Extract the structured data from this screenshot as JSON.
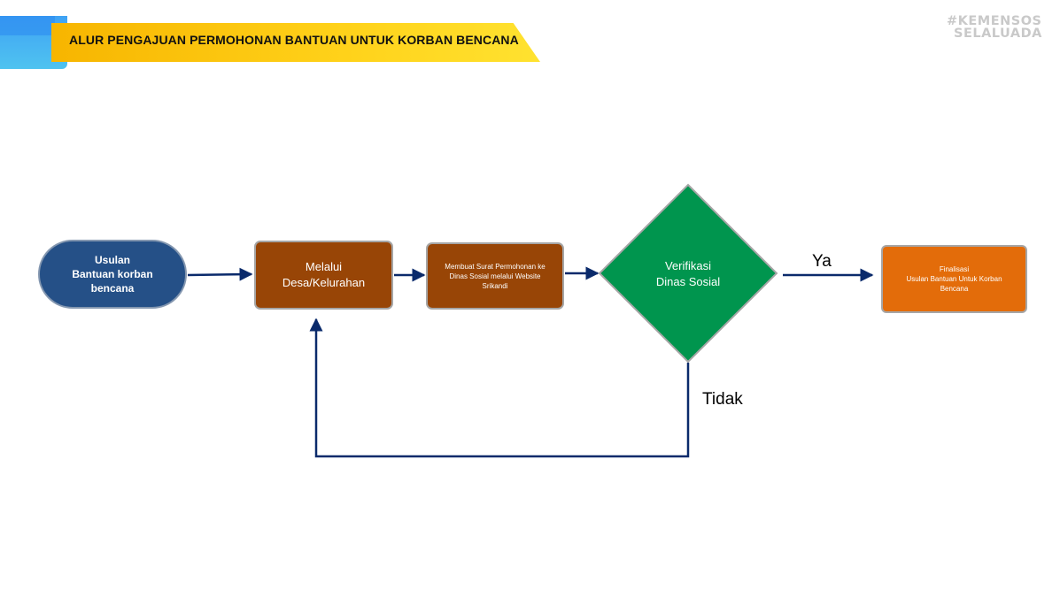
{
  "header": {
    "title": "ALUR PENGAJUAN PERMOHONAN BANTUAN UNTUK KORBAN BENCANA",
    "brand_line1": "#KEMENSOS",
    "brand_line2": "SELALUADA"
  },
  "nodes": {
    "usulan": "Usulan\nBantuan korban\nbencana",
    "melalui": "Melalui\nDesa/Kelurahan",
    "membuat": "Membuat Surat Permohonan ke\nDinas Sosial melalui Website\nSrikandi",
    "verifikasi": "Verifikasi\nDinas Sosial",
    "finalisasi": "Finalisasi\nUsulan Bantuan Untuk Korban\nBencana"
  },
  "edges": {
    "ya": "Ya",
    "tidak": "Tidak"
  },
  "colors": {
    "start_node": "#255087",
    "process_node": "#984506",
    "decision_node": "#00954e",
    "final_node": "#e36c0a",
    "arrow": "#0a2a6b",
    "title_band": "#ffd21a",
    "brand_text": "#c9c9c9"
  }
}
